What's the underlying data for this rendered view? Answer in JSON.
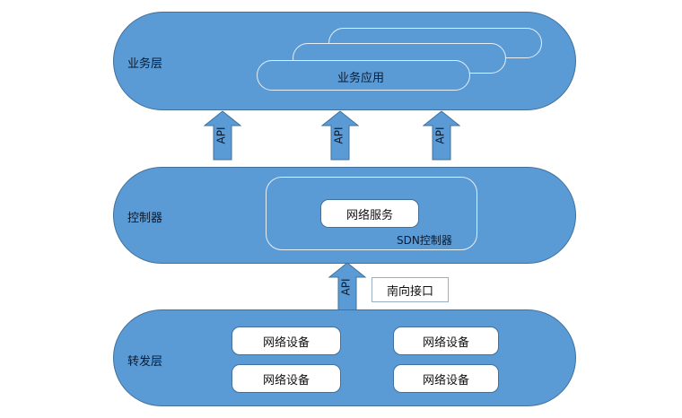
{
  "layers": {
    "business": {
      "label": "业务层",
      "app_label": "业务应用"
    },
    "controller": {
      "label": "控制器",
      "service_label": "网络服务",
      "sdn_label": "SDN控制器"
    },
    "forwarding": {
      "label": "转发层",
      "devices": [
        "网络设备",
        "网络设备",
        "网络设备",
        "网络设备"
      ]
    }
  },
  "arrows": {
    "api_label": "API"
  },
  "southbound": {
    "label": "南向接口"
  },
  "colors": {
    "layer_fill": "#5b9bd5",
    "layer_border": "#41719c",
    "box_fill": "#ffffff"
  }
}
